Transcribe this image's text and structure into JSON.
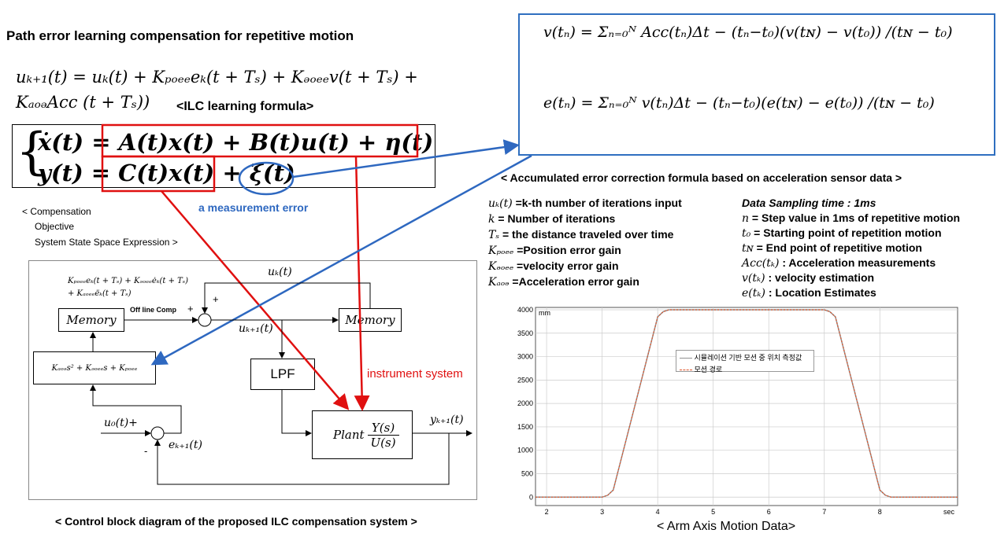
{
  "title": "Path error learning compensation for repetitive motion",
  "ilc": {
    "formula_line1": "uₖ₊₁(t) = uₖ(t) + Kₚₒₑₑeₖ(t + Tₛ) + Kₔₒₑₑv(t + Tₛ) +",
    "formula_line2": "KₐₒₔAcc (t + Tₛ))",
    "label": "<ILC learning formula>"
  },
  "state_space": {
    "line1": "ẋ(t) = A(t)x(t) + B(t)u(t) + η(t)",
    "line2": "y(t) = C(t)x(t) + ξ(t)",
    "caption_line1": "< Compensation",
    "caption_line2": "Objective",
    "caption_line3": "System State Space Expression >",
    "measurement_error": "a measurement error",
    "instrument_system": "instrument system"
  },
  "accumulated": {
    "eq_v": "v(tₙ) = Σₙ₌₀ᴺ Acc(tₙ)Δt − (tₙ−t₀)(v(tɴ) − v(t₀)) /(tɴ − t₀)",
    "eq_e": "e(tₙ) = Σₙ₌₀ᴺ v(tₙ)Δt − (tₙ−t₀)(e(tɴ) − e(t₀)) /(tɴ − t₀)",
    "caption": "< Accumulated error correction formula based on acceleration sensor data >"
  },
  "definitions_left": [
    {
      "sym": "uₖ(t)",
      "text": "=k-th number of iterations input"
    },
    {
      "sym": "k",
      "text": "= Number of iterations"
    },
    {
      "sym": "Tₛ",
      "text": "= the distance traveled over time"
    },
    {
      "sym": "Kₚₒₑₑ",
      "text": "=Position error gain"
    },
    {
      "sym": "Kₔₒₑₑ",
      "text": "=velocity error gain"
    },
    {
      "sym": "Kₐₒₔ",
      "text": "=Acceleration error gain"
    }
  ],
  "definitions_right": [
    {
      "sym": "",
      "text": "Data Sampling time : 1ms"
    },
    {
      "sym": "n",
      "text": "= Step value in 1ms of repetitive motion"
    },
    {
      "sym": "t₀",
      "text": "= Starting point of repetition motion"
    },
    {
      "sym": "tɴ",
      "text": "= End point of repetitive motion"
    },
    {
      "sym": "Acc(tₖ)",
      "text": ": Acceleration measurements"
    },
    {
      "sym": "v(tₖ)",
      "text": ": velocity estimation"
    },
    {
      "sym": "e(tₖ)",
      "text": ": Location Estimates"
    }
  ],
  "block": {
    "gains_line1": "Kₚₒₑₑeₖ(t + Tₛ) + Kₔₒₑₑėₖ(t + Tₛ)",
    "gains_line2": "+ Kₐₒₑₑëₖ(t + Tₛ)",
    "memory_left": "Memory",
    "memory_right": "Memory",
    "offline": "Off line Comp",
    "plus1": "+",
    "plus2": "+",
    "uk": "uₖ(t)",
    "uk1": "uₖ₊₁(t)",
    "lpf": "LPF",
    "controller": "Kₐₒₔs² + Kₔₒₑₑs + Kₚₒₑₑ",
    "u0": "u₀(t)+",
    "minus": "-",
    "ek1": "eₖ₊₁(t)",
    "plant_label": "Plant",
    "plant_num": "Y(s)",
    "plant_den": "U(s)",
    "yk1": "yₖ₊₁(t)",
    "caption": "< Control block diagram of the proposed ILC compensation system >"
  },
  "chart_data": {
    "type": "line",
    "caption": "< Arm Axis Motion Data>",
    "ylabel": "mm",
    "xlabel": "sec",
    "xlim": [
      1.8,
      9.4
    ],
    "ylim": [
      -180,
      4050
    ],
    "xticks": [
      2,
      3,
      4,
      5,
      6,
      7,
      8
    ],
    "yticks": [
      0,
      500,
      1000,
      1500,
      2000,
      2500,
      3000,
      3500,
      4000
    ],
    "grid": true,
    "legend": "upper-middle",
    "series": [
      {
        "name": "시뮬레이션 기반 모션 중 위치 측정값",
        "color": "#909090",
        "x": [
          1.8,
          3.0,
          3.1,
          3.2,
          4.0,
          4.1,
          4.2,
          7.0,
          7.1,
          7.2,
          8.0,
          8.1,
          8.2,
          9.4
        ],
        "y": [
          0,
          0,
          40,
          150,
          3850,
          3960,
          4000,
          4000,
          3960,
          3850,
          150,
          40,
          0,
          0
        ]
      },
      {
        "name": "모션 경로",
        "color": "#e0542a",
        "dashed": true,
        "x": [
          1.8,
          3.0,
          3.1,
          3.2,
          4.0,
          4.1,
          4.2,
          7.0,
          7.1,
          7.2,
          8.0,
          8.1,
          8.2,
          9.4
        ],
        "y": [
          0,
          0,
          40,
          150,
          3850,
          3960,
          4000,
          4000,
          3960,
          3850,
          150,
          40,
          0,
          0
        ]
      }
    ]
  }
}
